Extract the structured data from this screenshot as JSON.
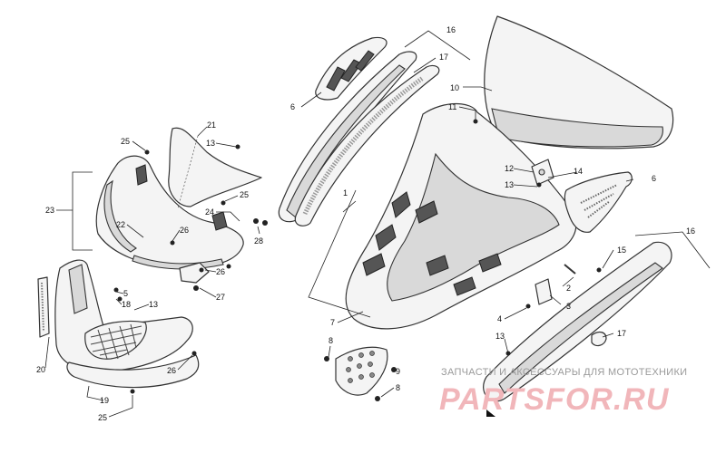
{
  "callouts": [
    {
      "id": "c16a",
      "label": "16"
    },
    {
      "id": "c17a",
      "label": "17"
    },
    {
      "id": "c6a",
      "label": "6"
    },
    {
      "id": "c10",
      "label": "10"
    },
    {
      "id": "c11",
      "label": "11"
    },
    {
      "id": "c21",
      "label": "21"
    },
    {
      "id": "c25a",
      "label": "25"
    },
    {
      "id": "c13a",
      "label": "13"
    },
    {
      "id": "c23",
      "label": "23"
    },
    {
      "id": "c25b",
      "label": "25"
    },
    {
      "id": "c24",
      "label": "24"
    },
    {
      "id": "c22",
      "label": "22"
    },
    {
      "id": "c26a",
      "label": "26"
    },
    {
      "id": "c28",
      "label": "28"
    },
    {
      "id": "c26b",
      "label": "26"
    },
    {
      "id": "c27",
      "label": "27"
    },
    {
      "id": "c5",
      "label": "5"
    },
    {
      "id": "c18",
      "label": "18"
    },
    {
      "id": "c13b",
      "label": "13"
    },
    {
      "id": "c1",
      "label": "1"
    },
    {
      "id": "c12",
      "label": "12"
    },
    {
      "id": "c14",
      "label": "14"
    },
    {
      "id": "c13c",
      "label": "13"
    },
    {
      "id": "c6b",
      "label": "6"
    },
    {
      "id": "c16b",
      "label": "16"
    },
    {
      "id": "c15",
      "label": "15"
    },
    {
      "id": "c2",
      "label": "2"
    },
    {
      "id": "c3",
      "label": "3"
    },
    {
      "id": "c4",
      "label": "4"
    },
    {
      "id": "c7",
      "label": "7"
    },
    {
      "id": "c8a",
      "label": "8"
    },
    {
      "id": "c9",
      "label": "9"
    },
    {
      "id": "c8b",
      "label": "8"
    },
    {
      "id": "c13d",
      "label": "13"
    },
    {
      "id": "c17b",
      "label": "17"
    },
    {
      "id": "c20",
      "label": "20"
    },
    {
      "id": "c19",
      "label": "19"
    },
    {
      "id": "c26c",
      "label": "26"
    },
    {
      "id": "c25c",
      "label": "25"
    }
  ],
  "watermark": {
    "tagline": "ЗАПЧАСТИ И АКСЕССУАРЫ ДЛЯ МОТОТЕХНИКИ",
    "logo": "PARTSFOR.RU"
  }
}
